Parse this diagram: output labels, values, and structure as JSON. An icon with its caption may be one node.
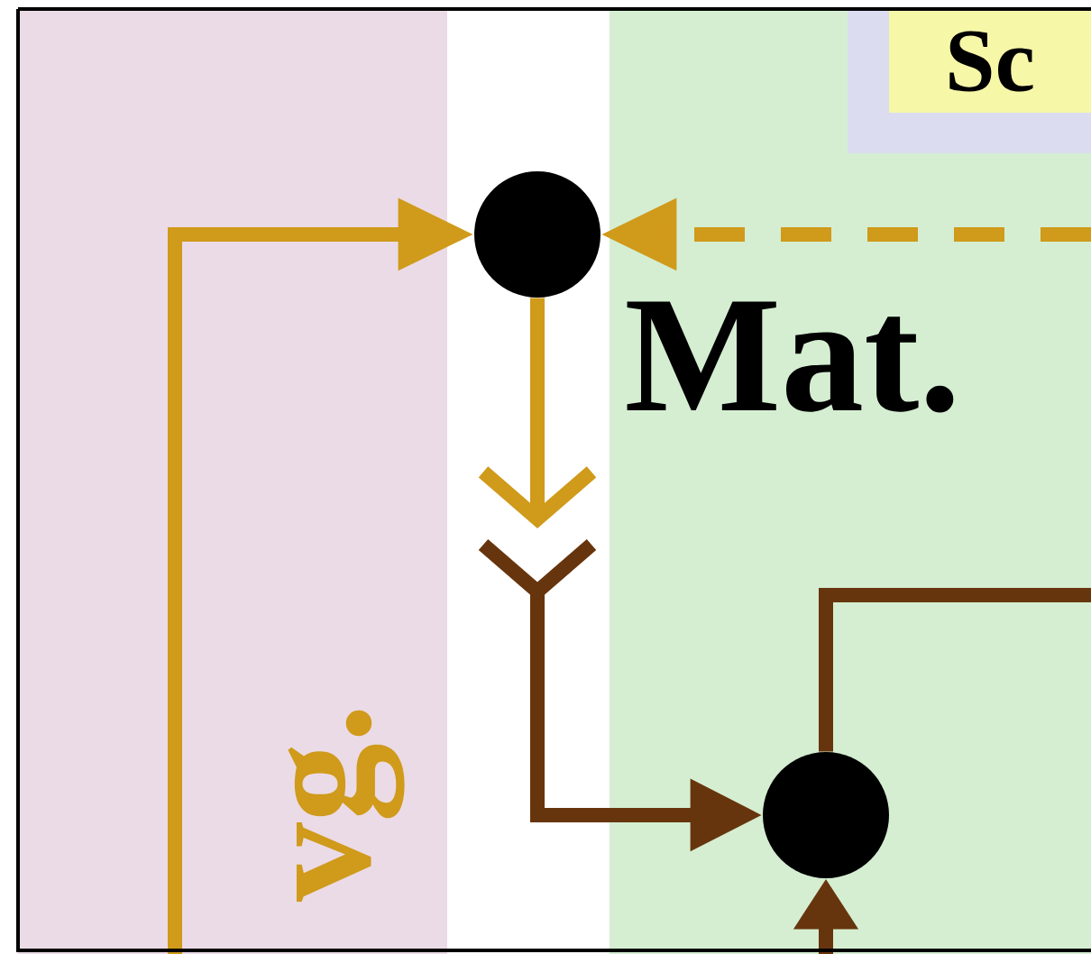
{
  "diagram": {
    "nodes": [
      {
        "text": [
          "Sc"
        ]
      },
      {
        "text": [],
        "shape": "circle",
        "beside": [
          "Mat."
        ]
      },
      {
        "text": [],
        "shape": "circle"
      }
    ],
    "edges": [
      {
        "from": null,
        "to": 1,
        "arrow": "to",
        "color": "#d09a1a"
      },
      {
        "from": null,
        "to": 1,
        "arrow": "to",
        "style": "dashed",
        "color": "#d09a1a"
      },
      {
        "from": 1,
        "to": null,
        "arrow": "to",
        "color": "#d09a1a"
      },
      {
        "from": null,
        "to": 2,
        "arrow": "to",
        "color": "#67350d"
      },
      {
        "from": 2,
        "to": null,
        "arrow": "none",
        "color": "#67350d"
      },
      {
        "from": null,
        "to": 2,
        "arrow": "to",
        "color": "#67350d"
      }
    ],
    "labels": [
      "vg."
    ]
  }
}
